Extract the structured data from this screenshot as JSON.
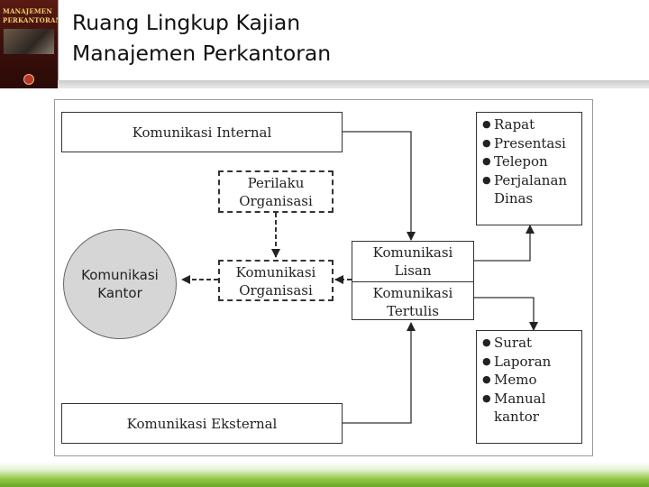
{
  "header": {
    "title_line1": "Ruang Lingkup Kajian",
    "title_line2": "Manajemen Perkantoran",
    "book_cover": {
      "title_line1": "MANAJEMEN",
      "title_line2": "PERKANTORAN"
    }
  },
  "diagram": {
    "internal_comm": "Komunikasi Internal",
    "external_comm": "Komunikasi Eksternal",
    "org_behavior": {
      "line1": "Perilaku",
      "line2": "Organisasi"
    },
    "org_comm": {
      "line1": "Komunikasi",
      "line2": "Organisasi"
    },
    "office_comm": {
      "line1": "Komunikasi",
      "line2": "Kantor"
    },
    "oral_comm": {
      "line1": "Komunikasi",
      "line2": "Lisan"
    },
    "written_comm": {
      "line1": "Komunikasi",
      "line2": "Tertulis"
    },
    "oral_list": [
      "Rapat",
      "Presentasi",
      "Telepon",
      "Perjalanan",
      "Dinas"
    ],
    "written_list": [
      "Surat",
      "Laporan",
      "Memo",
      "Manual",
      "kantor"
    ]
  },
  "colors": {
    "accent_green": "#8fc640",
    "circle_fill": "#d6d6d6",
    "header_rule": "#d8d8d8"
  }
}
